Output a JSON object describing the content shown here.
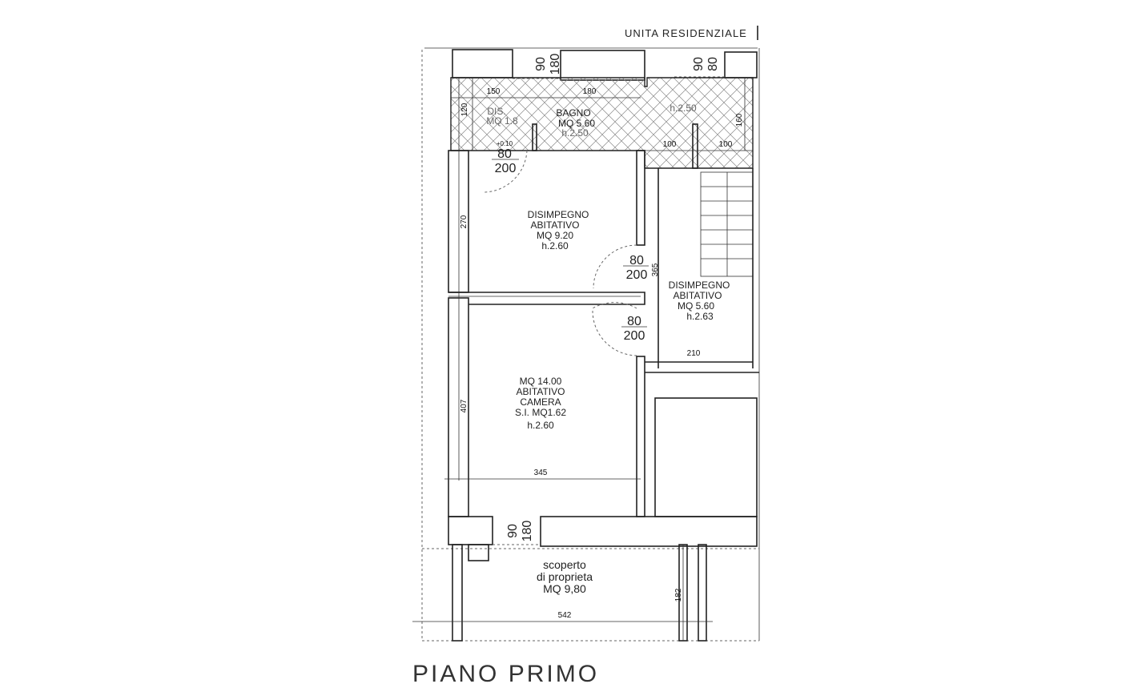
{
  "header": {
    "unit_label": "UNITA RESIDENZIALE"
  },
  "title": "PIANO PRIMO",
  "rooms": {
    "dis": {
      "name": "DIS.",
      "area": "MQ 1.8"
    },
    "bagno": {
      "name": "BAGNO",
      "area": "MQ 5.60",
      "height": "h.2.50"
    },
    "hatched_right": {
      "height": "h.2.50"
    },
    "disimpegno1": {
      "name": "DISIMPEGNO",
      "use": "ABITATIVO",
      "area": "MQ 9.20",
      "height": "h.2.60"
    },
    "disimpegno2": {
      "name": "DISIMPEGNO",
      "use": "ABITATIVO",
      "area": "MQ 5.60",
      "height": "h.2.63"
    },
    "camera": {
      "area": "MQ 14.00",
      "use": "ABITATIVO",
      "name": "CAMERA",
      "si": "S.I. MQ1.62",
      "height": "h.2.60"
    },
    "scoperto": {
      "line1": "scoperto",
      "line2": "di proprieta",
      "area": "MQ 9,80"
    }
  },
  "dimensions": {
    "d150": "150",
    "d180": "180",
    "d120": "120",
    "d160": "160",
    "d100a": "100",
    "d100b": "100",
    "level": "+0.10",
    "d270": "270",
    "d365": "365",
    "d210": "210",
    "d407": "407",
    "d345": "345",
    "d542": "542",
    "d182": "182"
  },
  "windows": [
    {
      "w": "90",
      "h": "180"
    },
    {
      "w": "90",
      "h": "80"
    },
    {
      "w": "90",
      "h": "180"
    }
  ],
  "doors": [
    {
      "w": "80",
      "h": "200"
    },
    {
      "w": "80",
      "h": "200"
    },
    {
      "w": "80",
      "h": "200"
    }
  ]
}
